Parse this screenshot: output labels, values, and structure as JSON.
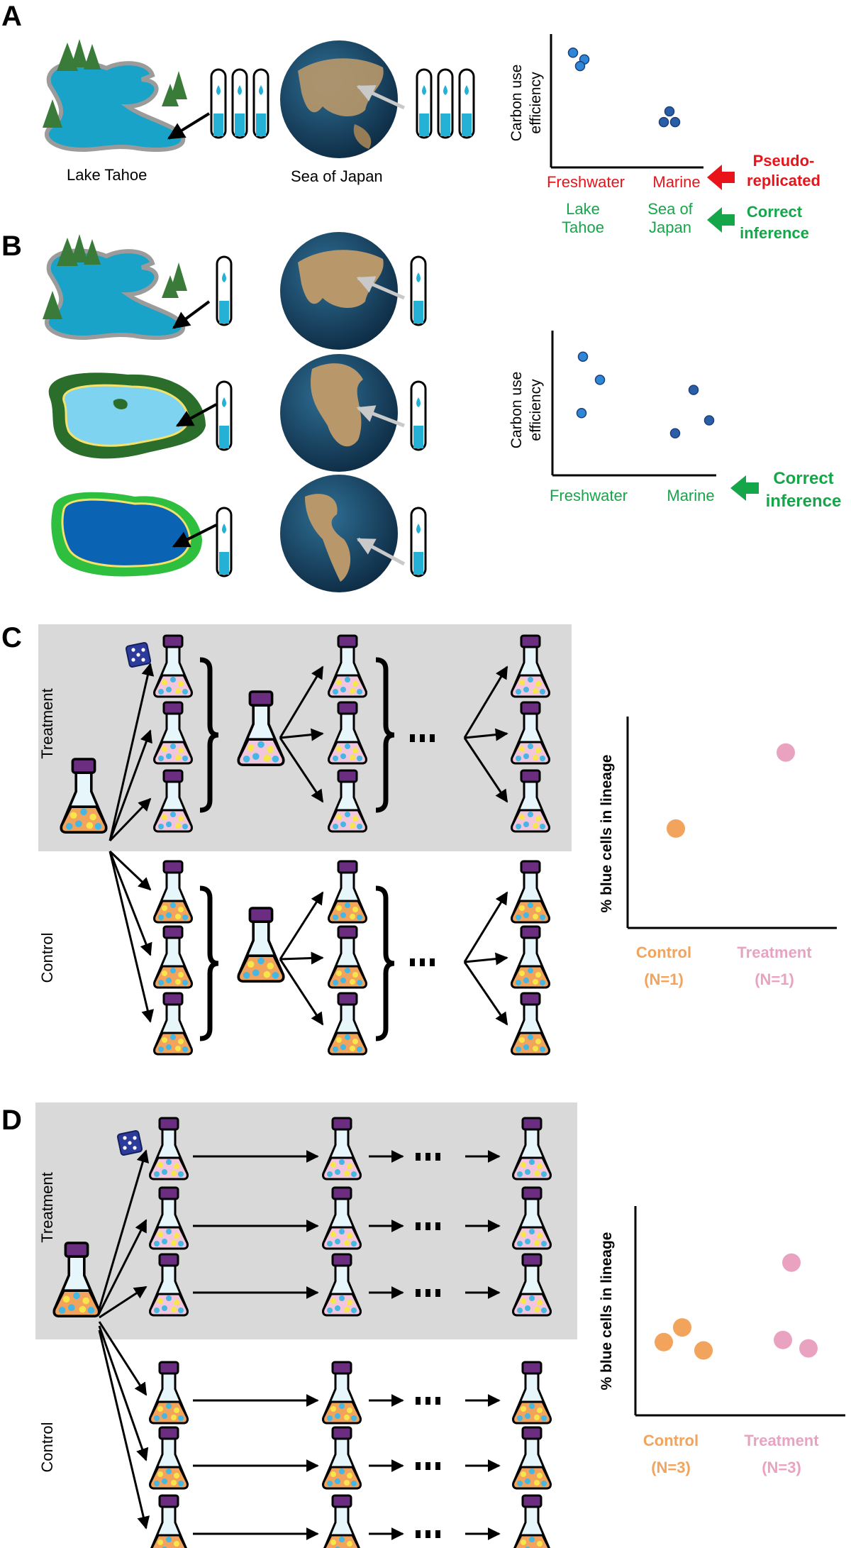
{
  "colors": {
    "red": "#e8141a",
    "green": "#16a64a",
    "orange": "#f2a35c",
    "pink": "#e9a3c0",
    "point_blue": "#2e86d6",
    "point_navy": "#2a5fa8",
    "lake": "#1aa3c8",
    "flask_purple": "#6b2d7f",
    "treatment_bg": "#d9d9d9"
  },
  "panels": {
    "a": {
      "label": "A",
      "lake_label": "Lake Tahoe",
      "sea_label": "Sea of Japan",
      "icons": [
        "lake-tahoe-icon",
        "test-tube-icon",
        "earth-globe-icon"
      ],
      "ylabel_line1": "Carbon use",
      "ylabel_line2": "efficiency",
      "x_freshwater": "Freshwater",
      "x_marine": "Marine",
      "pseudo_line1": "Pseudo-",
      "pseudo_line2": "replicated",
      "lake_line1": "Lake",
      "lake_line2": "Tahoe",
      "sea_line1": "Sea of",
      "sea_line2": "Japan",
      "correct_line1": "Correct",
      "correct_line2": "inference"
    },
    "b": {
      "label": "B",
      "icons": [
        "lake-icon",
        "wetland-pond-icon",
        "pond-icon",
        "earth-globe-icon"
      ],
      "ylabel_line1": "Carbon use",
      "ylabel_line2": "efficiency",
      "x_freshwater": "Freshwater",
      "x_marine": "Marine",
      "correct_line1": "Correct",
      "correct_line2": "inference"
    },
    "c": {
      "label": "C",
      "treatment": "Treatment",
      "control": "Control",
      "ylabel": "% blue cells in lineage",
      "x_control": "Control",
      "x_control_n": "(N=1)",
      "x_treatment": "Treatment",
      "x_treatment_n": "(N=1)"
    },
    "d": {
      "label": "D",
      "treatment": "Treatment",
      "control": "Control",
      "ylabel": "% blue cells in lineage",
      "x_control": "Control",
      "x_control_n": "(N=3)",
      "x_treatment": "Treatment",
      "x_treatment_n": "(N=3)"
    }
  },
  "chart_data": [
    {
      "type": "scatter",
      "panel": "A",
      "ylabel": "Carbon use efficiency",
      "categories": [
        "Freshwater",
        "Marine"
      ],
      "series": [
        {
          "category": "Freshwater",
          "values": [
            0.86,
            0.81,
            0.76
          ]
        },
        {
          "category": "Marine",
          "values": [
            0.42,
            0.34,
            0.34
          ]
        }
      ]
    },
    {
      "type": "scatter",
      "panel": "B",
      "ylabel": "Carbon use efficiency",
      "categories": [
        "Freshwater",
        "Marine"
      ],
      "series": [
        {
          "category": "Freshwater",
          "values": [
            0.82,
            0.66,
            0.43
          ]
        },
        {
          "category": "Marine",
          "values": [
            0.59,
            0.38,
            0.29
          ]
        }
      ]
    },
    {
      "type": "scatter",
      "panel": "C",
      "ylabel": "% blue cells in lineage",
      "categories": [
        "Control",
        "Treatment"
      ],
      "series": [
        {
          "category": "Control",
          "values": [
            0.47
          ]
        },
        {
          "category": "Treatment",
          "values": [
            0.83
          ]
        }
      ]
    },
    {
      "type": "scatter",
      "panel": "D",
      "ylabel": "% blue cells in lineage",
      "categories": [
        "Control",
        "Treatment"
      ],
      "series": [
        {
          "category": "Control",
          "values": [
            0.42,
            0.35,
            0.31
          ]
        },
        {
          "category": "Treatment",
          "values": [
            0.73,
            0.36,
            0.32
          ]
        }
      ]
    }
  ]
}
